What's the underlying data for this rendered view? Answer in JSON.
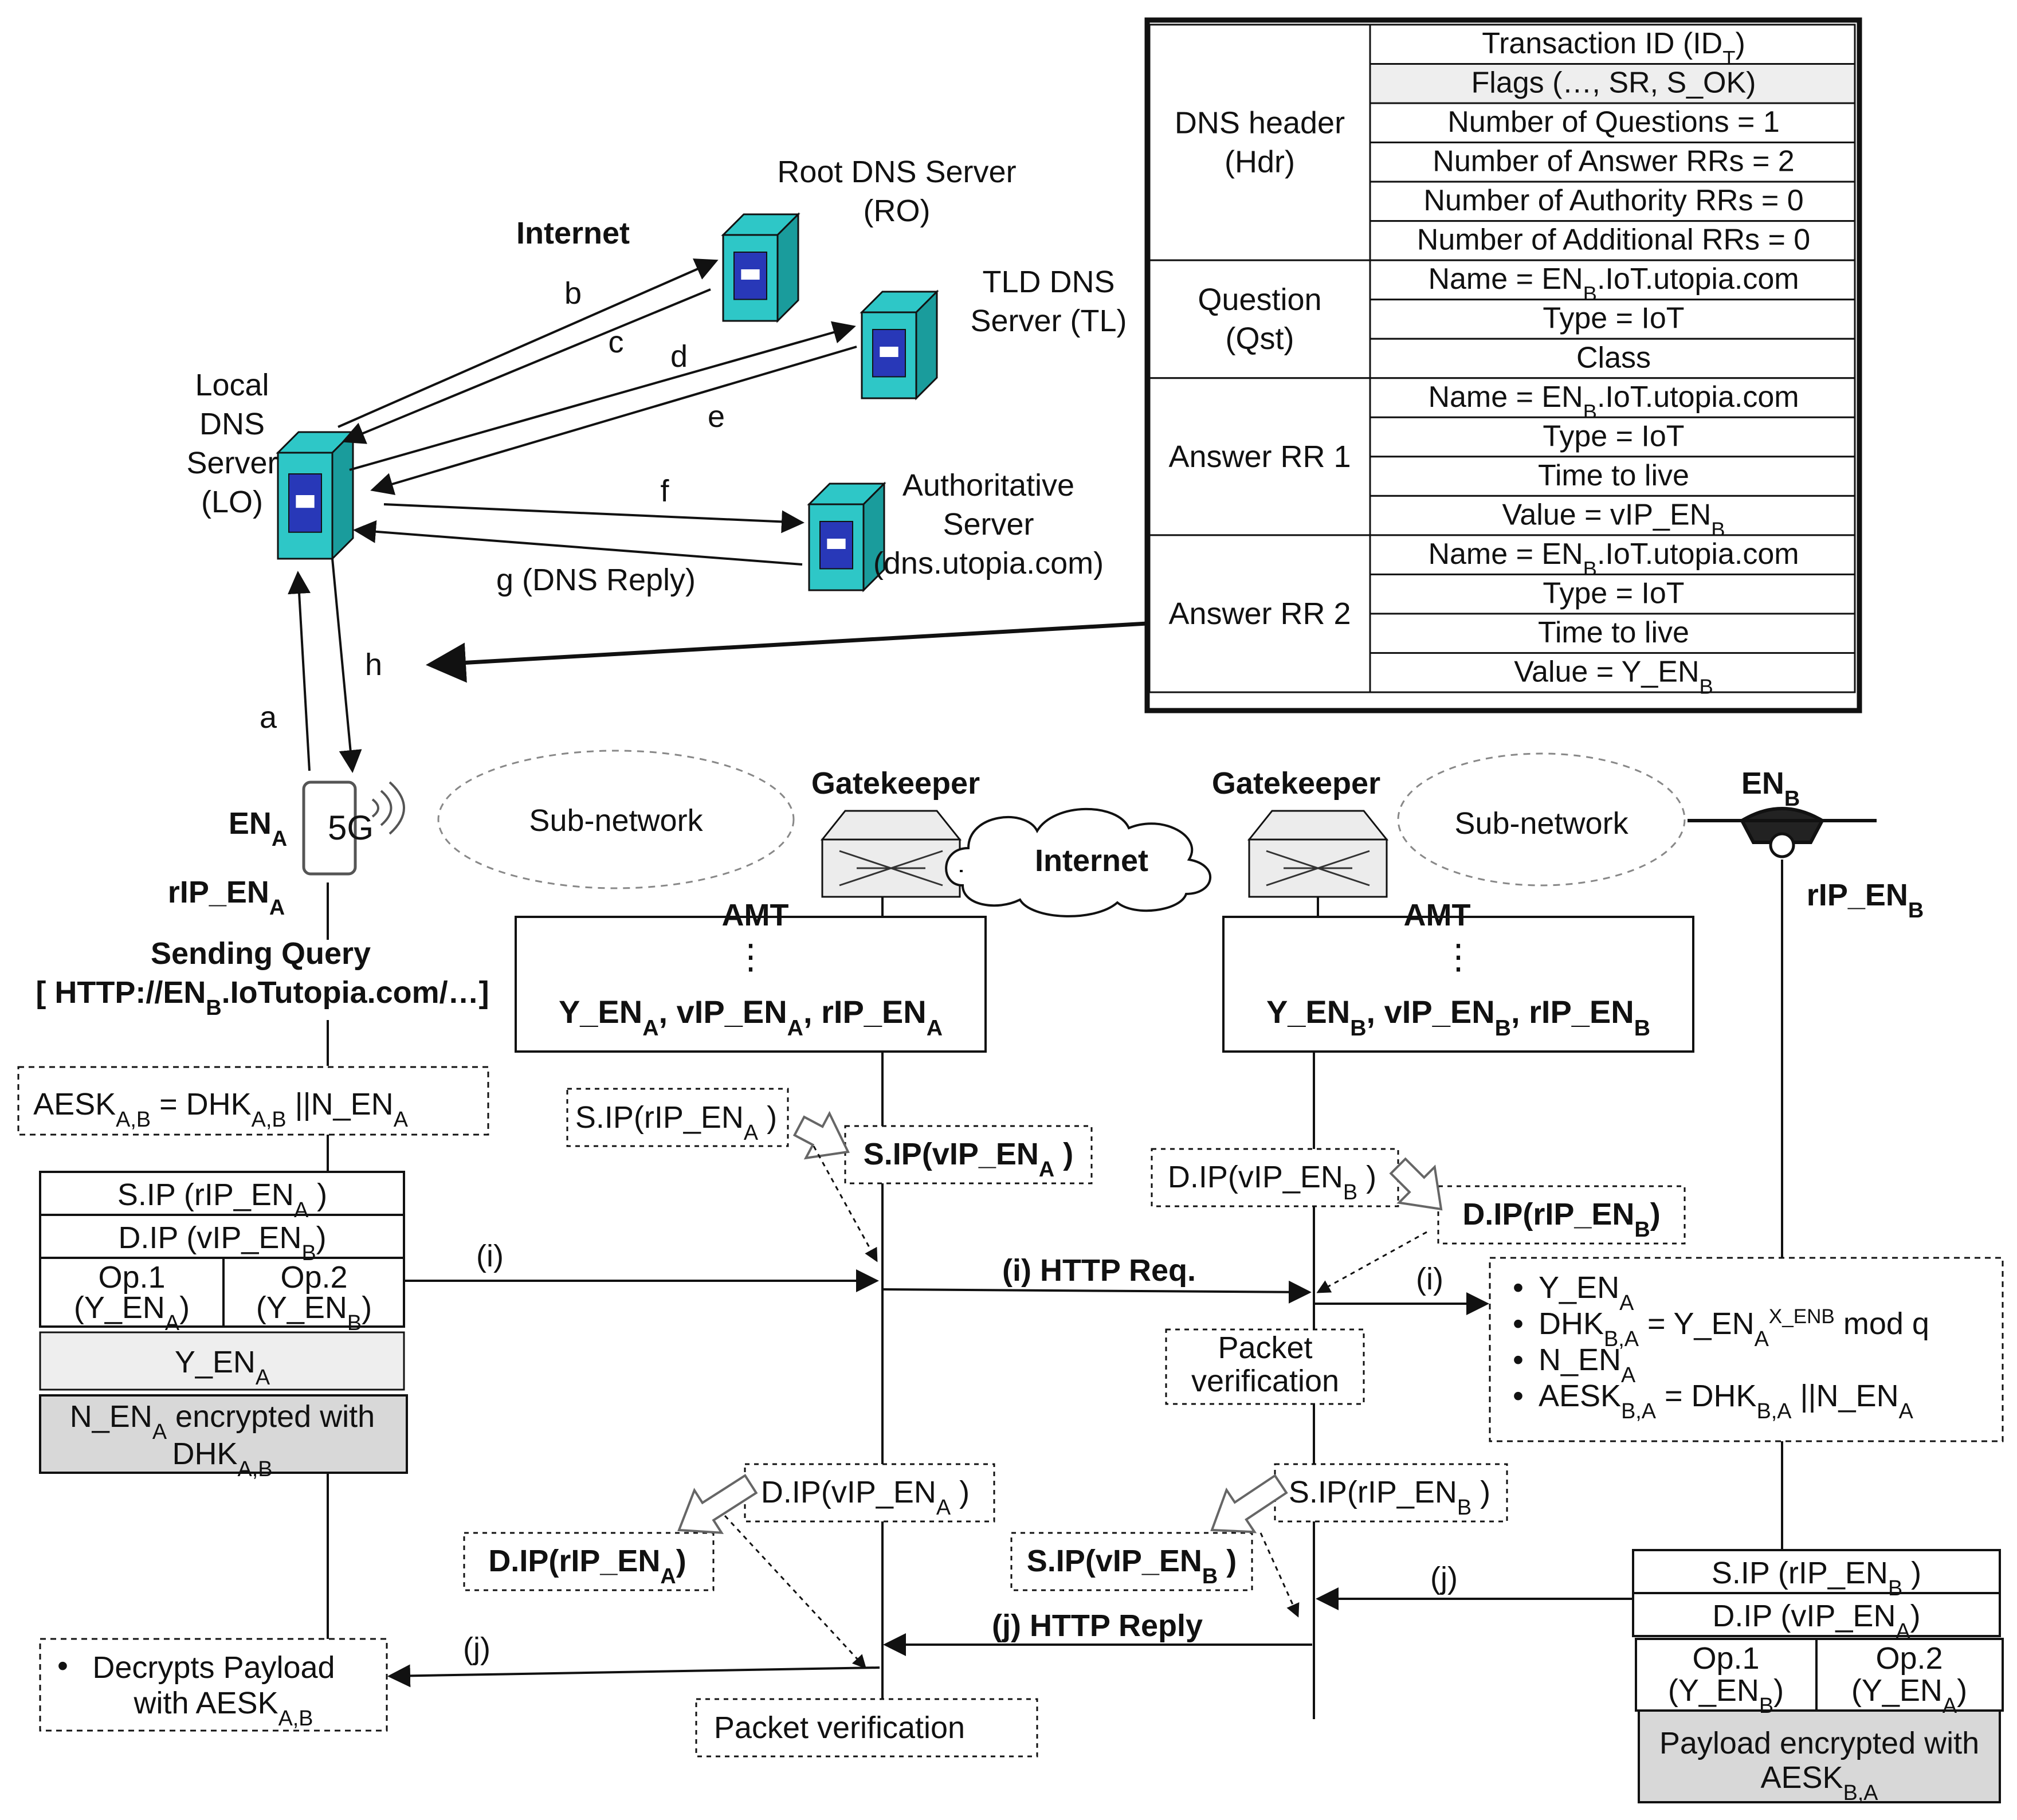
{
  "colors": {
    "server_face": "#2ec7c7",
    "server_side": "#1a9c9c",
    "server_panel": "#2838b8",
    "shade_light": "#eeeeee",
    "shade_dark": "#d8d8d8"
  },
  "dns_servers": {
    "root": [
      "Root DNS Server",
      "(RO)"
    ],
    "tld": [
      "TLD DNS",
      "Server (TL)"
    ],
    "local": [
      "Local",
      "DNS",
      "Server",
      "(LO)"
    ],
    "auth": [
      "Authoritative",
      "Server",
      "(dns.utopia.com)"
    ],
    "internet_label": "Internet"
  },
  "arrows": {
    "a": "a",
    "b": "b",
    "c": "c",
    "d": "d",
    "e": "e",
    "f": "f",
    "g": "g (DNS Reply)",
    "h": "h"
  },
  "dns_packet": {
    "groups": [
      {
        "label": [
          "DNS header",
          "(Hdr)"
        ],
        "rows": [
          {
            "t": "Transaction ID (ID",
            "sub": "T",
            "after": ")"
          },
          {
            "t": "Flags (…, SR, S_OK)",
            "shade": true
          },
          {
            "t": "Number of Questions = 1"
          },
          {
            "t": "Number of Answer RRs = 2"
          },
          {
            "t": "Number of Authority RRs = 0"
          },
          {
            "t": "Number of Additional RRs = 0"
          }
        ]
      },
      {
        "label": [
          "Question",
          "(Qst)"
        ],
        "rows": [
          {
            "t": "Name = EN",
            "sub": "B",
            "after": ".IoT.utopia.com"
          },
          {
            "t": "Type = IoT"
          },
          {
            "t": "Class"
          }
        ]
      },
      {
        "label": [
          "Answer RR 1"
        ],
        "rows": [
          {
            "t": "Name = EN",
            "sub": "B",
            "after": ".IoT.utopia.com"
          },
          {
            "t": "Type = IoT"
          },
          {
            "t": "Time to live"
          },
          {
            "t": "Value = vIP_EN",
            "sub": "B",
            "after": ""
          }
        ]
      },
      {
        "label": [
          "Answer RR 2"
        ],
        "rows": [
          {
            "t": "Name = EN",
            "sub": "B",
            "after": ".IoT.utopia.com"
          },
          {
            "t": "Type = IoT"
          },
          {
            "t": "Time to live"
          },
          {
            "t": "Value = Y_EN",
            "sub": "B",
            "after": ""
          }
        ]
      }
    ]
  },
  "network": {
    "gatekeeper": "Gatekeeper",
    "sub_network": "Sub-network",
    "internet": "Internet",
    "amt": "AMT",
    "amt_a": {
      "t": "Y_EN",
      "sub": "A",
      "after": ", vIP_EN",
      "sub2": "A",
      "after2": ", rIP_EN",
      "sub3": "A"
    },
    "amt_b": {
      "t": "Y_EN",
      "sub": "B",
      "after": ", vIP_EN",
      "sub2": "B",
      "after2": ", rIP_EN",
      "sub3": "B"
    },
    "device_5g": "5G"
  },
  "node_a": {
    "name": {
      "t": "EN",
      "sub": "A"
    },
    "rip": "rIP_EN",
    "rip_sub": "A",
    "query_title": "Sending Query",
    "query_url": {
      "t": "[ HTTP://EN",
      "sub": "B",
      "after": ".IoTutopia.com/…]"
    },
    "aesk": {
      "t": "AESK",
      "sub": "A,B",
      "after": " = DHK",
      "sub2": "A,B",
      "after2": " ||N_EN",
      "sub3": "A"
    },
    "packet": {
      "src": {
        "t": "S.IP (rIP_EN",
        "sub": "A",
        "after": " )"
      },
      "dst": {
        "t": "D.IP (vIP_EN",
        "sub": "B",
        "after": ")"
      },
      "op1": [
        "Op.1",
        "(Y_EN",
        "A",
        ")"
      ],
      "op2": [
        "Op.2",
        "(Y_EN",
        "B",
        ")"
      ],
      "y": {
        "t": "Y_EN",
        "sub": "A"
      },
      "enc1": {
        "t": "N_EN",
        "sub": "A",
        "after": "  encrypted with"
      },
      "enc2": {
        "t": "DHK",
        "sub": "A,B"
      }
    },
    "decrypt1": "Decrypts Payload",
    "decrypt2": {
      "t": "with  AESK",
      "sub": "A,B"
    }
  },
  "node_b": {
    "name": {
      "t": "EN",
      "sub": "B"
    },
    "rip": {
      "t": "rIP_EN",
      "sub": "B"
    },
    "bullets": [
      {
        "t": "Y_EN",
        "sub": "A"
      },
      {
        "t": "DHK",
        "sub": "B,A",
        "after": " = Y_EN",
        "sub2": "A",
        "sup": "X_ENB",
        "after2": "  mod q"
      },
      {
        "t": "N_EN",
        "sub": "A"
      },
      {
        "t": "AESK",
        "sub": "B,A",
        "after": " = DHK",
        "sub2": "B,A",
        "after2": " ||N_EN",
        "sub3": "A"
      }
    ],
    "packet": {
      "src": {
        "t": "S.IP (rIP_EN",
        "sub": "B",
        "after": " )"
      },
      "dst": {
        "t": "D.IP (vIP_EN",
        "sub": "A",
        "after": ")"
      },
      "op1": [
        "Op.1",
        "(Y_EN",
        "B",
        ")"
      ],
      "op2": [
        "Op.2",
        "(Y_EN",
        "A",
        ")"
      ],
      "enc1": "Payload encrypted with",
      "enc2": {
        "t": "AESK",
        "sub": "B,A"
      }
    }
  },
  "address_rewrites": {
    "sip_rip_a": {
      "t": "S.IP(rIP_EN",
      "sub": "A",
      "after": " )"
    },
    "sip_vip_a": {
      "t": "S.IP(vIP_EN",
      "sub": "A",
      "after": " )"
    },
    "dip_vip_b": {
      "t": "D.IP(vIP_EN",
      "sub": "B",
      "after": " )"
    },
    "dip_rip_b": {
      "t": "D.IP(rIP_EN",
      "sub": "B",
      "after": ")"
    },
    "dip_vip_a": {
      "t": "D.IP(vIP_EN",
      "sub": "A",
      "after": " )"
    },
    "dip_rip_a": {
      "t": "D.IP(rIP_EN",
      "sub": "A",
      "after": ")"
    },
    "sip_rip_b": {
      "t": "S.IP(rIP_EN",
      "sub": "B",
      "after": " )"
    },
    "sip_vip_b": {
      "t": "S.IP(vIP_EN",
      "sub": "B",
      "after": " )"
    }
  },
  "messages": {
    "i": "(i)",
    "i_http": "(i) HTTP Req.",
    "j": "(j)",
    "j_http": "(j) HTTP Reply",
    "packet_verification": "Packet verification",
    "packet_verification_2": [
      "Packet",
      "verification"
    ]
  }
}
